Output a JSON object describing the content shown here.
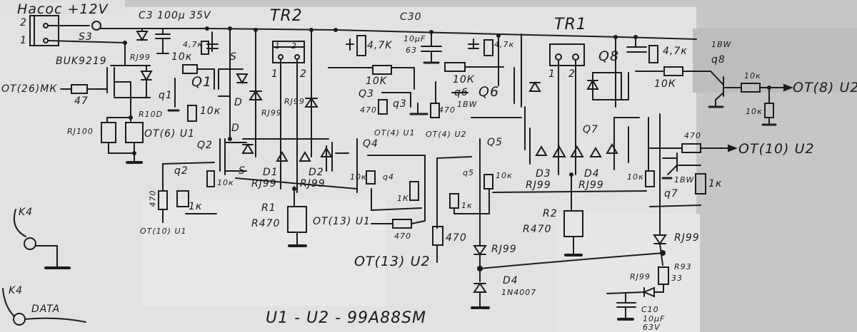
{
  "schematic": {
    "connector_title": "Насос +12V",
    "connector_pins": [
      "2",
      "1"
    ],
    "switch_label": "S3",
    "c3_label": "C3 100µ 35V",
    "tr2_label": "TR2",
    "tr1_label": "TR1",
    "c30_label": "C30",
    "c30_value": "10µF",
    "c30_voltage": "63",
    "relay_pins": [
      "1",
      "2"
    ],
    "left": {
      "mosfet_part": "BUK9219",
      "input_mk": "ОТ(26)МК",
      "r_gate": "47",
      "rj99_top": "RJ99",
      "r100": "RJ100",
      "r10d": "R10D",
      "input_u1_6": "ОТ(6) U1",
      "r47k": "4,7к",
      "r10k_top": "10к",
      "q1_label": "Q1",
      "q1_small": "q1",
      "r10k_q1": "10к",
      "s_label": "S",
      "d_label": "D",
      "q2_label": "Q2",
      "q2_small": "q2",
      "r10k_q2": "10к",
      "r1k_q2": "1к",
      "r470_left": "470",
      "input_u1_10": "ОТ(10) U1",
      "d1_label": "D1",
      "rj99_d1": "RJ99",
      "rj99_tr2": "RJ99"
    },
    "center": {
      "r47k_c3": "4,7K",
      "r10k_q3": "10K",
      "q3_label": "Q3",
      "q3_small": "q3",
      "r470_q3": "470",
      "input_u1_4": "ОТ(4) U1",
      "d2_label": "D2",
      "rj99_d2": "RJ99",
      "q4_label": "Q4",
      "q4_small": "q4",
      "r10k_q4": "10к",
      "r1k_q4": "1К",
      "r1_label": "R1",
      "r1_value": "R470",
      "input_u1_13": "ОТ(13) U1",
      "r470_u1": "470",
      "r47k_q6": "4,7к",
      "r10k_q6": "10К",
      "q6_small": "q6",
      "q6_power": "1BW",
      "q6_label": "Q6",
      "r470_q6": "470",
      "input_u2_4": "ОТ(4) U2",
      "r470_u2": "470",
      "input_u2_13": "ОТ(13) U2"
    },
    "right": {
      "q5_label": "Q5",
      "q5_small": "q5",
      "r1k_q5": "1к",
      "r10k_q5": "10к",
      "d3_label": "D3",
      "rj99_d3": "RJ99",
      "d4_label": "D4",
      "rj99_d4": "RJ99",
      "r2_label": "R2",
      "r2_value": "R470",
      "q7_label": "Q7",
      "q7_small": "q7",
      "q7_power": "1BW",
      "r10k_q7": "10к",
      "r1k_q7": "1к",
      "r470_q7": "470",
      "input_u2_10": "ОТ(10) U2",
      "q8_label": "Q8",
      "r47k_q8": "4,7к",
      "r10k_q8": "10К",
      "q8_small": "q8",
      "q8_power": "1BW",
      "r10k_in": "10к",
      "r10k_gnd": "10к",
      "input_u2_8": "ОТ(8) U2",
      "rj99_bottom": "RJ99",
      "d4b_label": "D4",
      "d4b_part": "1N4007",
      "r93_label": "R93",
      "r93_value": "33",
      "rj99_c10": "RJ99",
      "c10_label": "C10",
      "c10_value": "10µF",
      "c10_voltage": "63V"
    },
    "bottom": {
      "k4_label": "K4",
      "k4_data_label": "K4",
      "data_label": "DATA",
      "footer": "U1 - U2 - 99A88SM"
    }
  }
}
